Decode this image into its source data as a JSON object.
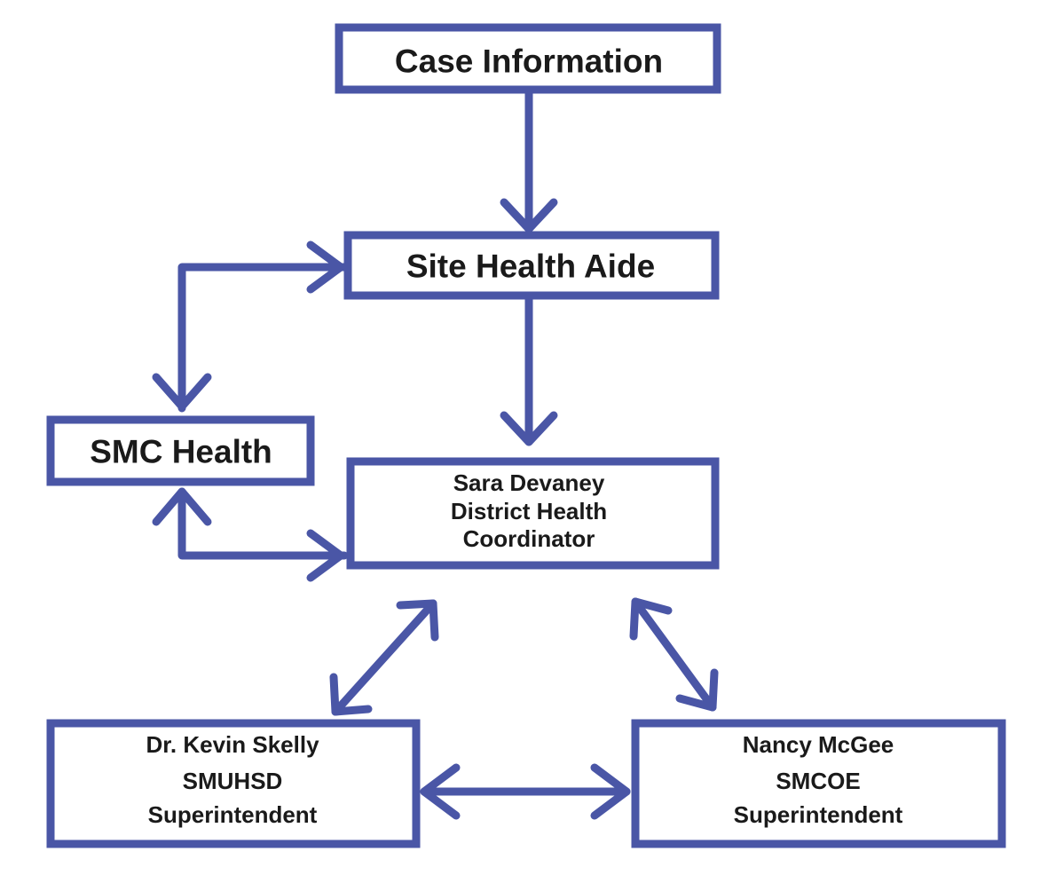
{
  "nodes": {
    "case_information": {
      "label": "Case Information"
    },
    "site_health_aide": {
      "label": "Site Health Aide"
    },
    "smc_health": {
      "label": "SMC Health"
    },
    "district_coordinator": {
      "lines": [
        "Sara Devaney",
        "District Health",
        "Coordinator"
      ]
    },
    "smuhsd_superintendent": {
      "lines": [
        "Dr. Kevin Skelly",
        "SMUHSD",
        "Superintendent"
      ]
    },
    "smcoe_superintendent": {
      "lines": [
        "Nancy McGee",
        "SMCOE",
        "Superintendent"
      ]
    }
  },
  "colors": {
    "accent": "#4a56a6",
    "text": "#1a1a1a",
    "background": "#ffffff"
  }
}
